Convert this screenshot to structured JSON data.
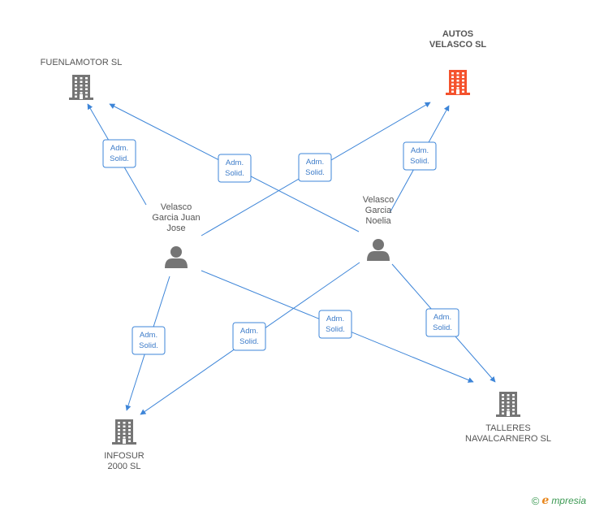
{
  "companies": [
    {
      "id": "fuenlamotor",
      "lines": [
        "FUENLAMOTOR SL"
      ],
      "primary": false
    },
    {
      "id": "autos_velasco",
      "lines": [
        "AUTOS",
        "VELASCO SL"
      ],
      "primary": true
    },
    {
      "id": "infosur",
      "lines": [
        "INFOSUR",
        "2000 SL"
      ],
      "primary": false
    },
    {
      "id": "talleres",
      "lines": [
        "TALLERES",
        "NAVALCARNERO SL"
      ],
      "primary": false
    }
  ],
  "people": [
    {
      "id": "juan_jose",
      "lines": [
        "Velasco",
        "Garcia Juan",
        "Jose"
      ]
    },
    {
      "id": "noelia",
      "lines": [
        "Velasco",
        "Garcia",
        "Noelia"
      ]
    }
  ],
  "relations": [
    {
      "from": "juan_jose",
      "to": "fuenlamotor",
      "label": [
        "Adm.",
        "Solid."
      ]
    },
    {
      "from": "noelia",
      "to": "fuenlamotor",
      "label": [
        "Adm.",
        "Solid."
      ]
    },
    {
      "from": "juan_jose",
      "to": "autos_velasco",
      "label": [
        "Adm.",
        "Solid."
      ]
    },
    {
      "from": "noelia",
      "to": "autos_velasco",
      "label": [
        "Adm.",
        "Solid."
      ]
    },
    {
      "from": "juan_jose",
      "to": "infosur",
      "label": [
        "Adm.",
        "Solid."
      ]
    },
    {
      "from": "noelia",
      "to": "infosur",
      "label": [
        "Adm.",
        "Solid."
      ]
    },
    {
      "from": "juan_jose",
      "to": "talleres",
      "label": [
        "Adm.",
        "Solid."
      ]
    },
    {
      "from": "noelia",
      "to": "talleres",
      "label": [
        "Adm.",
        "Solid."
      ]
    }
  ],
  "colors": {
    "edge": "#3d85d8",
    "building_default": "#757575",
    "building_primary": "#f4522d",
    "person": "#757575"
  },
  "watermark": {
    "copyright": "©",
    "brand_initial": "e",
    "brand_rest": "mpresia"
  }
}
